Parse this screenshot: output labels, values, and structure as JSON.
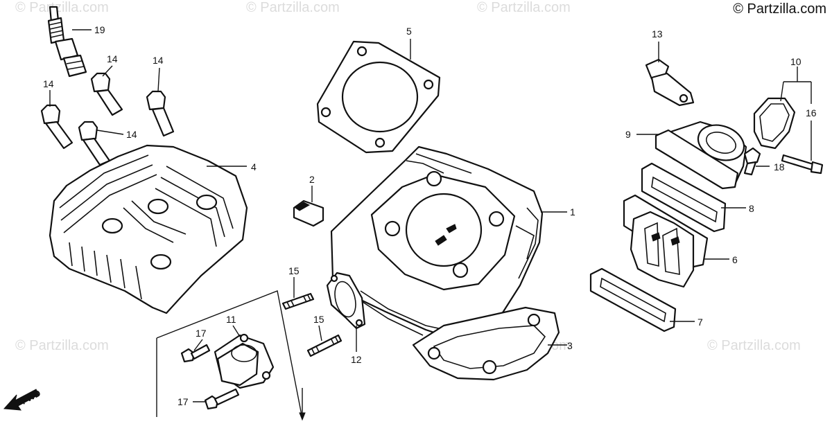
{
  "watermark": "© Partzilla.com",
  "copyright": "© Partzilla.com",
  "fwd_label": "FWD",
  "callouts": [
    "1",
    "2",
    "3",
    "4",
    "5",
    "6",
    "7",
    "8",
    "9",
    "10",
    "11",
    "12",
    "13",
    "14",
    "15",
    "16",
    "17",
    "18",
    "19"
  ]
}
